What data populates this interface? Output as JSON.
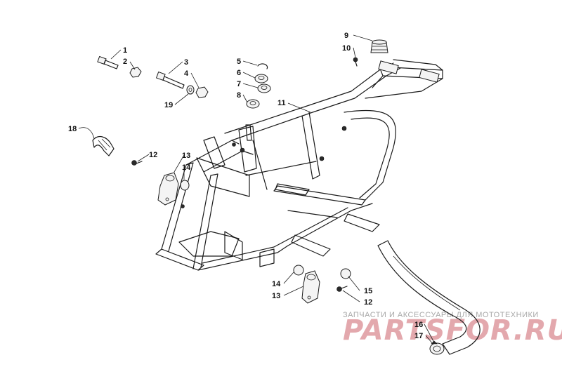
{
  "callouts": [
    {
      "id": "c1",
      "label": "1"
    },
    {
      "id": "c2",
      "label": "2"
    },
    {
      "id": "c3",
      "label": "3"
    },
    {
      "id": "c4",
      "label": "4"
    },
    {
      "id": "c5",
      "label": "5"
    },
    {
      "id": "c6",
      "label": "6"
    },
    {
      "id": "c7",
      "label": "7"
    },
    {
      "id": "c8",
      "label": "8"
    },
    {
      "id": "c9",
      "label": "9"
    },
    {
      "id": "c10",
      "label": "10"
    },
    {
      "id": "c11",
      "label": "11"
    },
    {
      "id": "c12a",
      "label": "12"
    },
    {
      "id": "c12b",
      "label": "12"
    },
    {
      "id": "c13a",
      "label": "13"
    },
    {
      "id": "c13b",
      "label": "13"
    },
    {
      "id": "c14a",
      "label": "14"
    },
    {
      "id": "c14b",
      "label": "14"
    },
    {
      "id": "c15",
      "label": "15"
    },
    {
      "id": "c16",
      "label": "16"
    },
    {
      "id": "c17",
      "label": "17"
    },
    {
      "id": "c18",
      "label": "18"
    },
    {
      "id": "c19",
      "label": "19"
    }
  ],
  "watermark": {
    "subtitle": "ЗАПЧАСТИ И АКСЕССУАРЫ ДЛЯ МОТОТЕХНИКИ",
    "brand": "PARTSFOR.RU",
    "brand_color": "#e3a8ad"
  }
}
